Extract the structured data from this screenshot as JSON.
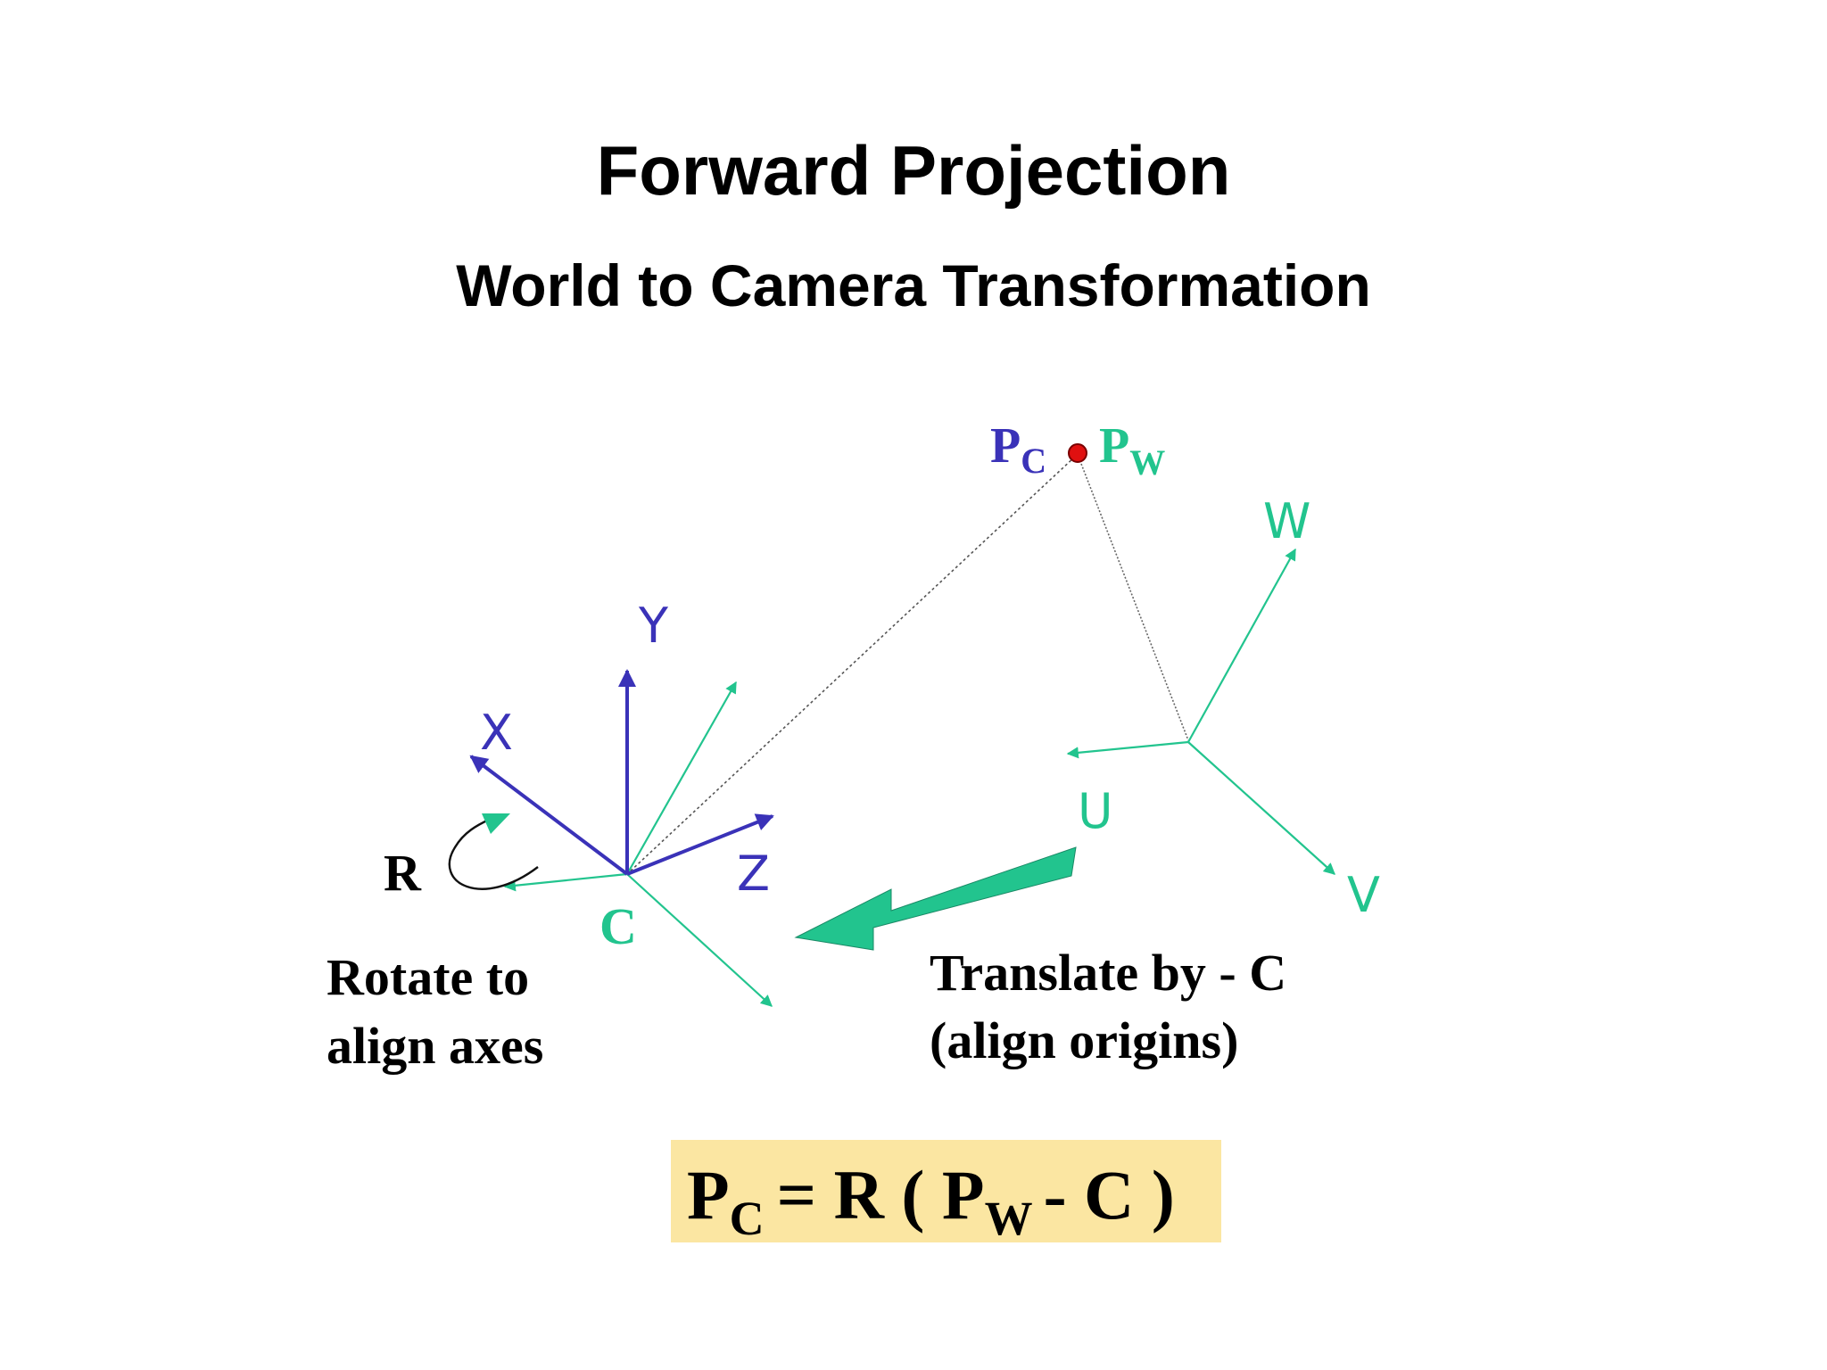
{
  "title": "Forward Projection",
  "subtitle": "World to Camera Transformation",
  "colors": {
    "camera_axes": "#3a32b8",
    "world_axes": "#22c48e",
    "point": "#e01010",
    "formula_bg": "#fbe6a2",
    "text": "#000000"
  },
  "point": {
    "camera_label": "P",
    "camera_subscript": "C",
    "world_label": "P",
    "world_subscript": "W"
  },
  "camera_frame": {
    "axis_x": "X",
    "axis_y": "Y",
    "axis_z": "Z",
    "origin_label": "C"
  },
  "world_frame": {
    "axis_u": "U",
    "axis_v": "V",
    "axis_w": "W"
  },
  "rotation": {
    "label": "R",
    "caption_line1": "Rotate to",
    "caption_line2": "align axes"
  },
  "translation": {
    "caption_line1": "Translate by - C",
    "caption_line2": "(align origins)"
  },
  "formula": {
    "p1": "P",
    "p1_sub": "C",
    "mid": "= R ( P",
    "p2_sub": "W",
    "tail": "- C )"
  }
}
